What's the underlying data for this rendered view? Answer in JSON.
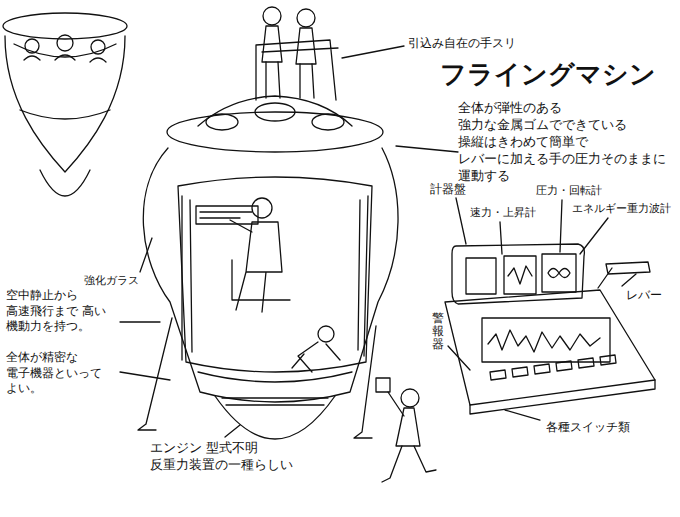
{
  "diagram": {
    "title": "フライングマシン",
    "labels": [
      "引込み自在の手スリ",
      "全体が弾性のある 強力な金属ゴムでできている 操縦はきわめて簡単で レバーに加える手の圧力そのままに 運動する",
      "計器盤",
      "速力・上昇計",
      "圧力・回転計",
      "エネルギー重力波計",
      "レバー",
      "警報器",
      "各種スイッチ類",
      "強化ガラス",
      "空中静止から 高速飛行まで 高い 機動力を持つ。",
      "全体が精密な 電子機器といって よい。",
      "エンジン 型式不明 反重力装置の一種らしい"
    ]
  }
}
